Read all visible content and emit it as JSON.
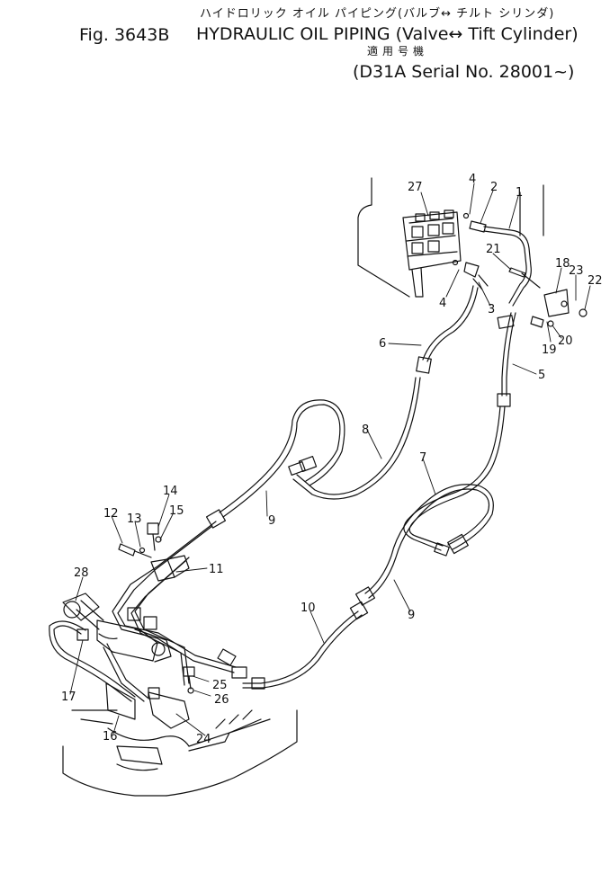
{
  "header": {
    "figure_number": "Fig. 3643B",
    "title_jp": "ハイドロリック オイル パイピング(バルブ↔ チルト シリンダ)",
    "title_en": "HYDRAULIC OIL PIPING (Valve↔ Tift Cylinder)",
    "applicable_jp": "適用号機",
    "serial_line": "(D31A Serial No. 28001~)"
  },
  "parts": {
    "p1": "1",
    "p2": "2",
    "p3": "3",
    "p4a": "4",
    "p4b": "4",
    "p5": "5",
    "p6": "6",
    "p7": "7",
    "p8": "8",
    "p9a": "9",
    "p9b": "9",
    "p10": "10",
    "p11": "11",
    "p12": "12",
    "p13": "13",
    "p14": "14",
    "p15": "15",
    "p16": "16",
    "p17": "17",
    "p18": "18",
    "p19": "19",
    "p20": "20",
    "p21": "21",
    "p22": "22",
    "p23": "23",
    "p24": "24",
    "p25": "25",
    "p26": "26",
    "p27": "27",
    "p28": "28"
  }
}
